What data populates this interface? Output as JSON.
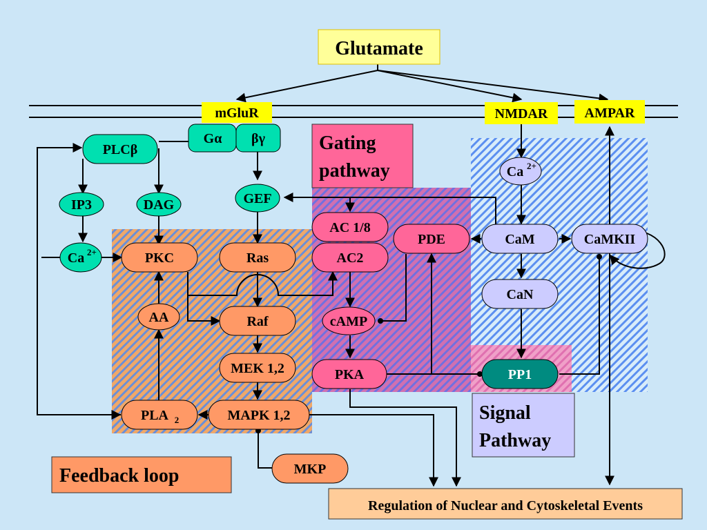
{
  "colors": {
    "background": "#cce6f7",
    "yellow_label": "#ffff99",
    "teal_node": "#00e0b0",
    "orange_node": "#ff9966",
    "pink_node": "#ff6699",
    "lavender_node": "#ccccff",
    "dark_teal_node": "#008b80",
    "region_orange": "#f0a060",
    "region_pink": "#cc66aa",
    "region_blue": "#6699ee"
  },
  "labels": {
    "glutamate": "Glutamate",
    "mglur": "mGluR",
    "nmdar": "NMDAR",
    "ampar": "AMPAR",
    "gating": [
      "Gating",
      "pathway"
    ],
    "signal": [
      "Signal",
      "Pathway"
    ],
    "feedback": "Feedback loop",
    "regulation": "Regulation of Nuclear and Cytoskeletal Events"
  },
  "nodes": {
    "galpha": "Gα",
    "betagamma": "βγ",
    "plcb": "PLCβ",
    "ip3": "IP3",
    "dag": "DAG",
    "gef": "GEF",
    "ca_left_base": "Ca",
    "ca_left_sup": "2+",
    "ca_right_base": "Ca",
    "ca_right_sup": "2+",
    "pkc": "PKC",
    "ras": "Ras",
    "aa": "AA",
    "raf": "Raf",
    "mek": "MEK 1,2",
    "pla2_base": "PLA",
    "pla2_sub": "2",
    "mapk": "MAPK 1,2",
    "mkp": "MKP",
    "ac18": "AC 1/8",
    "ac2": "AC2",
    "camp": "cAMP",
    "pka": "PKA",
    "pde": "PDE",
    "cam": "CaM",
    "can": "CaN",
    "camkii": "CaMKII",
    "pp1": "PP1"
  }
}
